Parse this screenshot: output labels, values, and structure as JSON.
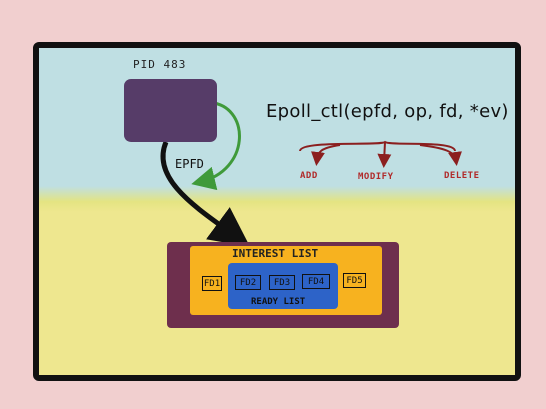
{
  "process": {
    "label": "PID 483"
  },
  "epfd": {
    "label": "EPFD"
  },
  "syscall": {
    "text": "Epoll_ctl(epfd, op, fd, *ev)",
    "ops": [
      "ADD",
      "MODIFY",
      "DELETE"
    ]
  },
  "epoll_instance": {
    "interest_list": {
      "label": "INTEREST LIST",
      "fds": [
        "FD1",
        "FD2",
        "FD3",
        "FD4",
        "FD5"
      ]
    },
    "ready_list": {
      "label": "READY LIST"
    }
  },
  "colors": {
    "background": "#f1cfcf",
    "sky": "#bfdfe3",
    "ground": "#eee78f",
    "process": "#563c68",
    "epoll_outer": "#6e2f4d",
    "interest": "#f7b21f",
    "ready": "#2d63c8",
    "green_arrow": "#3f9a3a",
    "op_red": "#b02a2a"
  }
}
